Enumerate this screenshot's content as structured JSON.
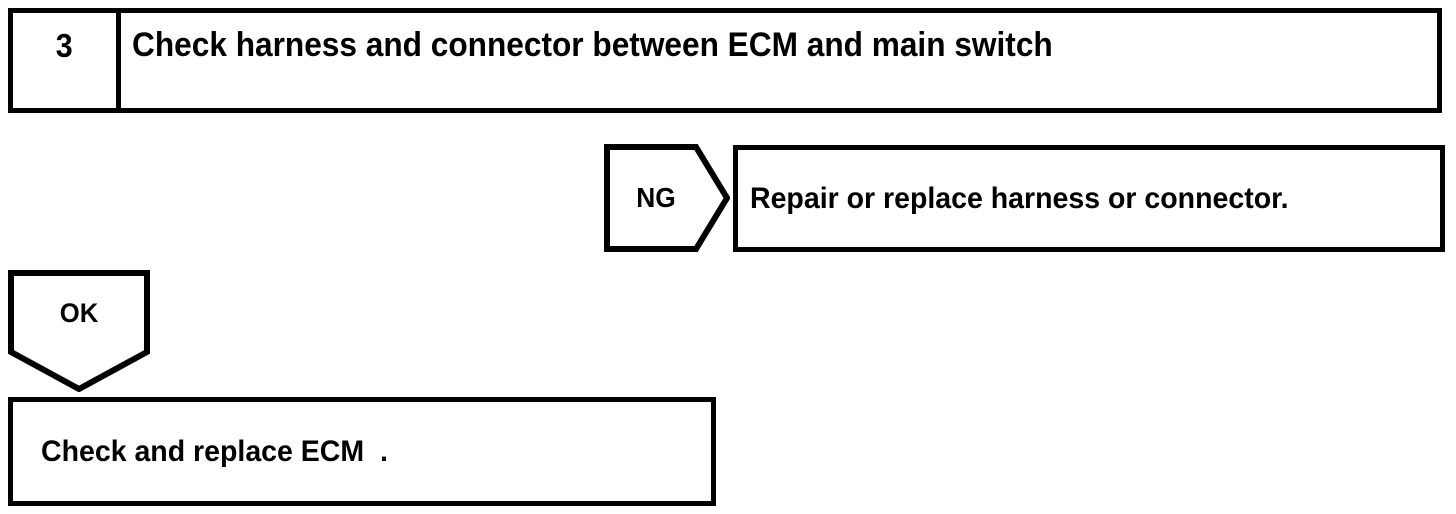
{
  "diagram": {
    "type": "troubleshooting-flowchart",
    "ink_color": "#000000",
    "paper_color": "#ffffff",
    "step": {
      "number": "3",
      "instruction": "Check harness and connector between ECM and main switch"
    },
    "branches": {
      "ng": {
        "tag_label": "NG",
        "tag_shape": "right-pointing-pentagon-arrow",
        "result": "Repair or replace harness or connector."
      },
      "ok": {
        "tag_label": "OK",
        "tag_shape": "down-pointing-pentagon-arrow",
        "result": "Check and replace ECM  ."
      }
    }
  }
}
